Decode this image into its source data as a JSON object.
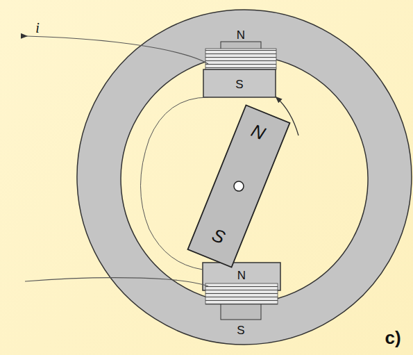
{
  "diagram": {
    "labels": [
      "i",
      "N",
      "S",
      "N",
      "S",
      "N",
      "S",
      "c)"
    ]
  }
}
